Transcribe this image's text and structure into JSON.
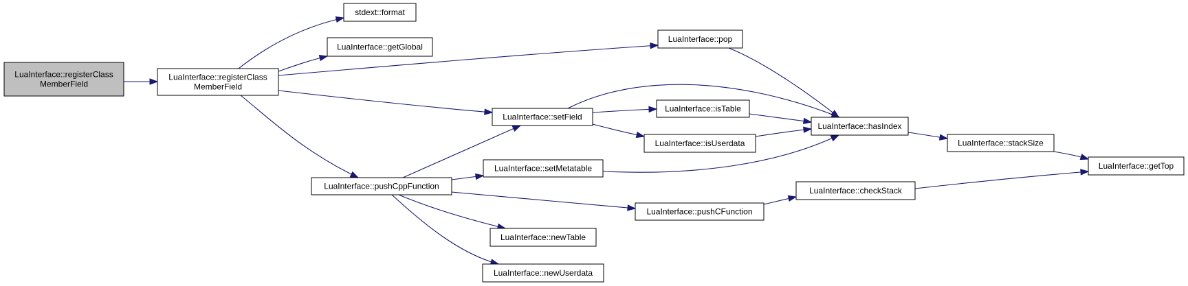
{
  "colors": {
    "edge": "#191970",
    "node_fill": "#ffffff",
    "node_border": "#000000",
    "root_fill": "#bfbfbf"
  },
  "nodes": [
    {
      "id": "root",
      "lines": [
        "LuaInterface::registerClass",
        "MemberField"
      ],
      "root": true
    },
    {
      "id": "rcmf",
      "lines": [
        "LuaInterface::registerClass",
        "MemberField"
      ]
    },
    {
      "id": "format",
      "lines": [
        "stdext::format"
      ]
    },
    {
      "id": "getGlobal",
      "lines": [
        "LuaInterface::getGlobal"
      ]
    },
    {
      "id": "pop",
      "lines": [
        "LuaInterface::pop"
      ]
    },
    {
      "id": "setField",
      "lines": [
        "LuaInterface::setField"
      ]
    },
    {
      "id": "isTable",
      "lines": [
        "LuaInterface::isTable"
      ]
    },
    {
      "id": "hasIndex",
      "lines": [
        "LuaInterface::hasIndex"
      ]
    },
    {
      "id": "isUserdata",
      "lines": [
        "LuaInterface::isUserdata"
      ]
    },
    {
      "id": "stackSize",
      "lines": [
        "LuaInterface::stackSize"
      ]
    },
    {
      "id": "getTop",
      "lines": [
        "LuaInterface::getTop"
      ]
    },
    {
      "id": "pushCppFunction",
      "lines": [
        "LuaInterface::pushCppFunction"
      ]
    },
    {
      "id": "setMetatable",
      "lines": [
        "LuaInterface::setMetatable"
      ]
    },
    {
      "id": "checkStack",
      "lines": [
        "LuaInterface::checkStack"
      ]
    },
    {
      "id": "pushCFunction",
      "lines": [
        "LuaInterface::pushCFunction"
      ]
    },
    {
      "id": "newTable",
      "lines": [
        "LuaInterface::newTable"
      ]
    },
    {
      "id": "newUserdata",
      "lines": [
        "LuaInterface::newUserdata"
      ]
    }
  ],
  "edges": [
    {
      "from": "root",
      "to": "rcmf"
    },
    {
      "from": "rcmf",
      "to": "format"
    },
    {
      "from": "rcmf",
      "to": "getGlobal"
    },
    {
      "from": "rcmf",
      "to": "pop"
    },
    {
      "from": "rcmf",
      "to": "setField"
    },
    {
      "from": "rcmf",
      "to": "pushCppFunction"
    },
    {
      "from": "pop",
      "to": "hasIndex"
    },
    {
      "from": "setField",
      "to": "hasIndex"
    },
    {
      "from": "setField",
      "to": "isTable"
    },
    {
      "from": "setField",
      "to": "isUserdata"
    },
    {
      "from": "isTable",
      "to": "hasIndex"
    },
    {
      "from": "isUserdata",
      "to": "hasIndex"
    },
    {
      "from": "hasIndex",
      "to": "stackSize"
    },
    {
      "from": "stackSize",
      "to": "getTop"
    },
    {
      "from": "pushCppFunction",
      "to": "setField"
    },
    {
      "from": "pushCppFunction",
      "to": "setMetatable"
    },
    {
      "from": "pushCppFunction",
      "to": "pushCFunction"
    },
    {
      "from": "pushCppFunction",
      "to": "newTable"
    },
    {
      "from": "pushCppFunction",
      "to": "newUserdata"
    },
    {
      "from": "setMetatable",
      "to": "hasIndex"
    },
    {
      "from": "pushCFunction",
      "to": "checkStack"
    },
    {
      "from": "checkStack",
      "to": "getTop"
    }
  ]
}
